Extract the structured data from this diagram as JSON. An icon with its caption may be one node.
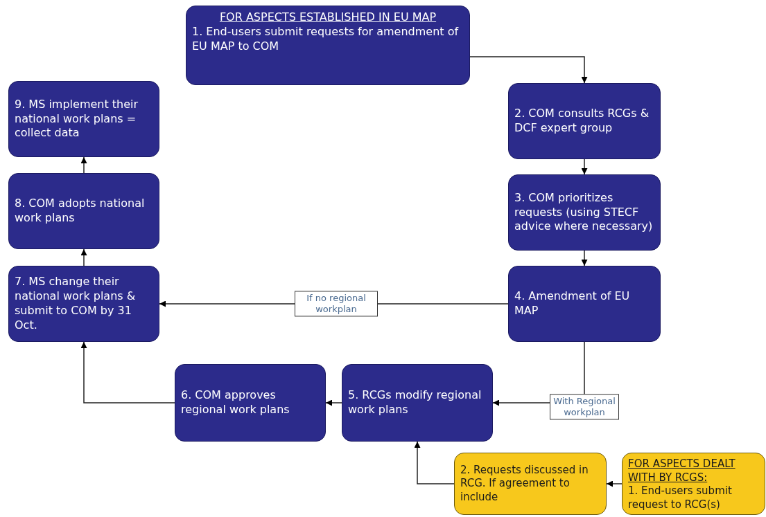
{
  "diagram": {
    "nodes": [
      {
        "text": [
          "FOR ASPECTS ESTABLISHED  IN EU MAP",
          "1. End-users submit requests for amendment  of EU MAP to COM"
        ]
      },
      {
        "text": [
          "2. COM consults RCGs & DCF expert group"
        ]
      },
      {
        "text": [
          "3. COM prioritizes requests (using STECF advice where necessary)"
        ]
      },
      {
        "text": [
          "4. Amendment  of EU MAP"
        ]
      },
      {
        "text": [
          "5. RCGs  modify regional  work plans"
        ]
      },
      {
        "text": [
          "6. COM approves regional  work plans"
        ]
      },
      {
        "text": [
          "7. MS change their national work plans & submit to COM by 31 Oct."
        ]
      },
      {
        "text": [
          "8. COM adopts national work plans"
        ]
      },
      {
        "text": [
          "9. MS implement their national work plans = collect data"
        ]
      },
      {
        "text": [
          "2. Requests discussed in RCG.  If agreement  to include"
        ]
      },
      {
        "text": [
          "FOR ASPECTS DEALT WITH BY RCGS:",
          "1. End-users submit request to RCG(s)"
        ]
      }
    ],
    "edges": [
      {
        "from": 0,
        "to": 1,
        "arrow": "to"
      },
      {
        "from": 1,
        "to": 2,
        "arrow": "to"
      },
      {
        "from": 2,
        "to": 3,
        "arrow": "to"
      },
      {
        "from": 3,
        "to": 6,
        "arrow": "to",
        "label": "If no regional workplan"
      },
      {
        "from": 3,
        "to": 4,
        "arrow": "to",
        "label": "With Regional workplan"
      },
      {
        "from": 4,
        "to": 5,
        "arrow": "to"
      },
      {
        "from": 5,
        "to": 6,
        "arrow": "to"
      },
      {
        "from": 6,
        "to": 7,
        "arrow": "to"
      },
      {
        "from": 7,
        "to": 8,
        "arrow": "to"
      },
      {
        "from": 10,
        "to": 9,
        "arrow": "to"
      },
      {
        "from": 9,
        "to": 4,
        "arrow": "to"
      }
    ]
  }
}
